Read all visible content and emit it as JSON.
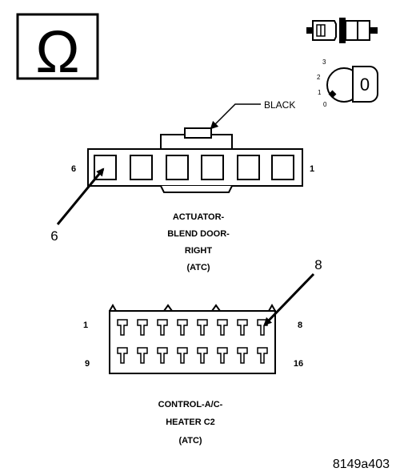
{
  "ohm_symbol": "Ω",
  "ignition": {
    "positions": [
      "3",
      "2",
      "1",
      "0"
    ],
    "key_label": "0"
  },
  "actuator": {
    "wire_color": "BLACK",
    "pin_left": "6",
    "pin_right": "1",
    "callout": "6",
    "name_lines": [
      "ACTUATOR-",
      "BLEND DOOR-",
      "RIGHT",
      "(ATC)"
    ]
  },
  "control": {
    "callout": "8",
    "pin_top_left": "1",
    "pin_top_right": "8",
    "pin_bottom_left": "9",
    "pin_bottom_right": "16",
    "name_lines": [
      "CONTROL-A/C-",
      "HEATER C2",
      "(ATC)"
    ]
  },
  "figure_id": "8149a403",
  "icons": {
    "ohmmeter": "ohm-symbol-icon",
    "connector": "disconnected-connector-icon",
    "ignition": "ignition-key-icon"
  }
}
